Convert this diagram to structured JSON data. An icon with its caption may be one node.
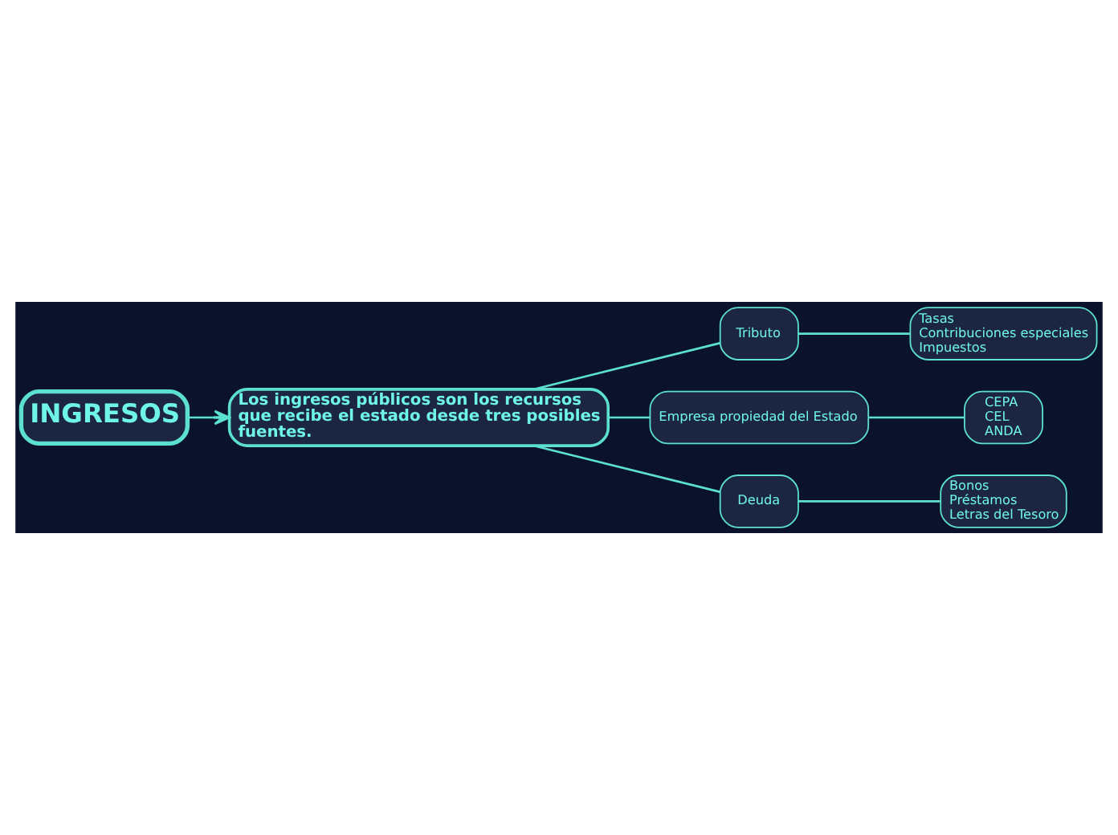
{
  "diagram": {
    "nodes": [
      {
        "text": [
          "INGRESOS"
        ]
      },
      {
        "text": [
          "Los ingresos públicos son los recursos que recibe el estado desde tres posibles fuentes."
        ]
      },
      {
        "text": [
          "Tributo"
        ]
      },
      {
        "text": [
          "Tasas",
          "Contribuciones especiales",
          "Impuestos"
        ]
      },
      {
        "text": [
          "Empresa propiedad del Estado"
        ]
      },
      {
        "text": [
          "CEPA",
          "CEL",
          "ANDA"
        ]
      },
      {
        "text": [
          "Deuda"
        ]
      },
      {
        "text": [
          "Bonos",
          "Préstamos",
          "Letras del Tesoro"
        ]
      }
    ],
    "edges": [
      {
        "from": 0,
        "to": 1,
        "arrow": "to"
      },
      {
        "from": 1,
        "to": 2,
        "arrow": "none"
      },
      {
        "from": 1,
        "to": 4,
        "arrow": "none"
      },
      {
        "from": 1,
        "to": 6,
        "arrow": "none"
      },
      {
        "from": 2,
        "to": 3,
        "arrow": "none"
      },
      {
        "from": 4,
        "to": 5,
        "arrow": "none"
      },
      {
        "from": 6,
        "to": 7,
        "arrow": "none"
      }
    ]
  }
}
